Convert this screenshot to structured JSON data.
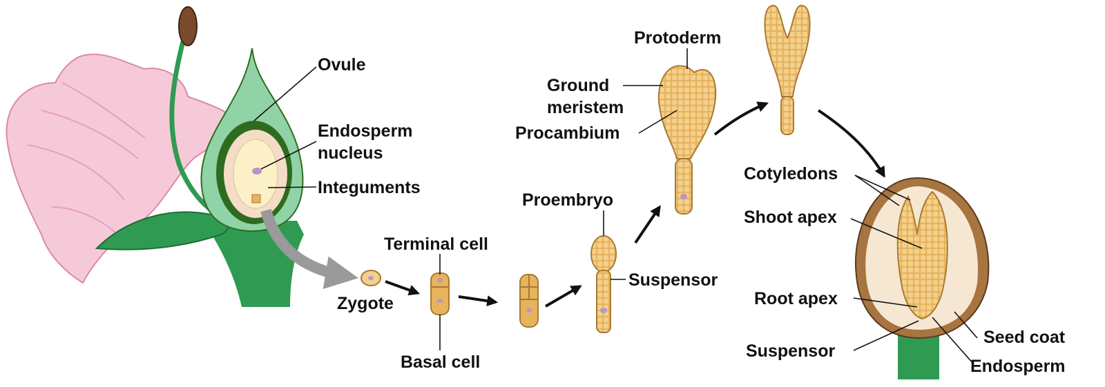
{
  "labels": {
    "ovule": "Ovule",
    "endosperm_nucleus_1": "Endosperm",
    "endosperm_nucleus_2": "nucleus",
    "integuments": "Integuments",
    "zygote": "Zygote",
    "terminal_cell": "Terminal cell",
    "basal_cell": "Basal cell",
    "proembryo": "Proembryo",
    "suspensor_proembryo": "Suspensor",
    "protoderm": "Protoderm",
    "ground_meristem_1": "Ground",
    "ground_meristem_2": "meristem",
    "procambium": "Procambium",
    "cotyledons": "Cotyledons",
    "shoot_apex": "Shoot apex",
    "root_apex": "Root apex",
    "suspensor_seed": "Suspensor",
    "seed_coat": "Seed coat",
    "endosperm": "Endosperm"
  },
  "colors": {
    "petal": "#f6c9d9",
    "petal_line": "#d98aa6",
    "stem_green": "#2f9b52",
    "ovary_green": "#8fd3a6",
    "dark_green": "#2f6b1f",
    "ovule_fill": "#f5dcc6",
    "embryo": "#e7b35d",
    "embryo_cell": "#f3d08d",
    "seed_coat": "#a8743f",
    "endosperm_fill": "#f6e7d3",
    "nucleus": "#b995c8",
    "gray_arrow": "#9a9a9a"
  }
}
